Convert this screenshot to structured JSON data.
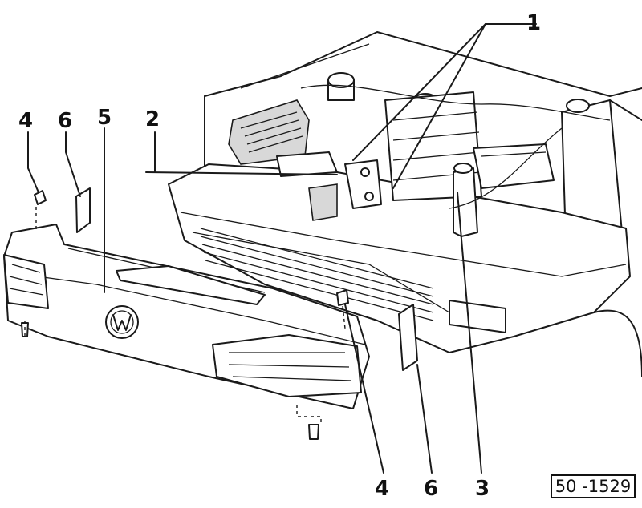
{
  "callouts": {
    "c1": "1",
    "c2": "2",
    "c3": "3",
    "c4_left": "4",
    "c4_bottom": "4",
    "c5": "5",
    "c6_left": "6",
    "c6_bottom": "6"
  },
  "reference_code": "50 -1529"
}
